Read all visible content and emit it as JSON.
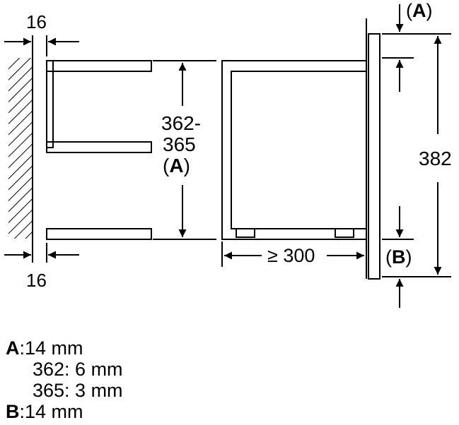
{
  "dimensions": {
    "wall_gap_top": "16",
    "wall_gap_bottom": "16",
    "niche_height_line1": "362-",
    "niche_height_line2": "365",
    "niche_height_ref_open": "(",
    "niche_height_ref_key": "A",
    "niche_height_ref_close": ")",
    "min_depth": "≥ 300",
    "total_height": "382",
    "top_ref_open": "(",
    "top_ref_key": "A",
    "top_ref_close": ")",
    "bottom_ref_open": "(",
    "bottom_ref_key": "B",
    "bottom_ref_close": ")"
  },
  "legend": {
    "a_key": "A",
    "a_text": ":14 mm",
    "a_sub1": "362: 6 mm",
    "a_sub2": "365: 3 mm",
    "b_key": "B",
    "b_text": ":14 mm"
  }
}
